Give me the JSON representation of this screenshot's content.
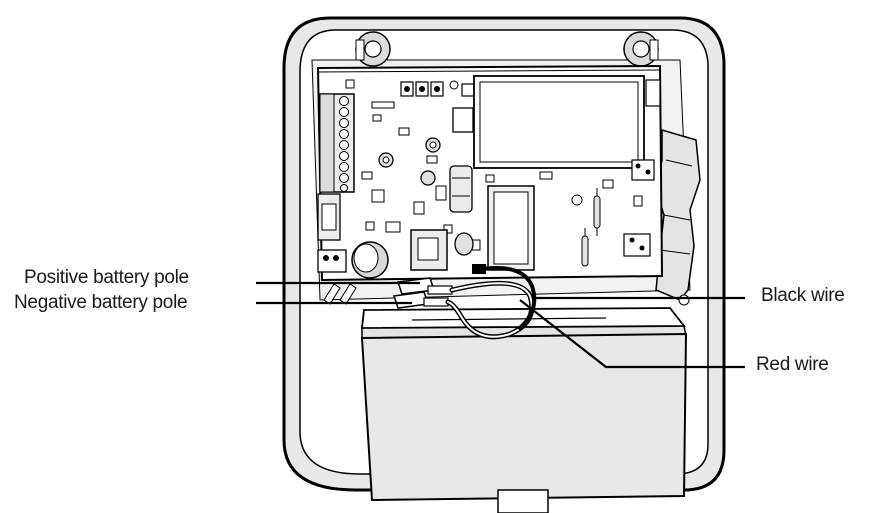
{
  "labels": {
    "positive_pole": "Positive battery pole",
    "negative_pole": "Negative battery pole",
    "black_wire": "Black wire",
    "red_wire": "Red wire"
  },
  "colors": {
    "line": "#000000",
    "housing_gray": "#e6e6e6",
    "board_gray": "#d4d4d4",
    "background": "#ffffff"
  }
}
